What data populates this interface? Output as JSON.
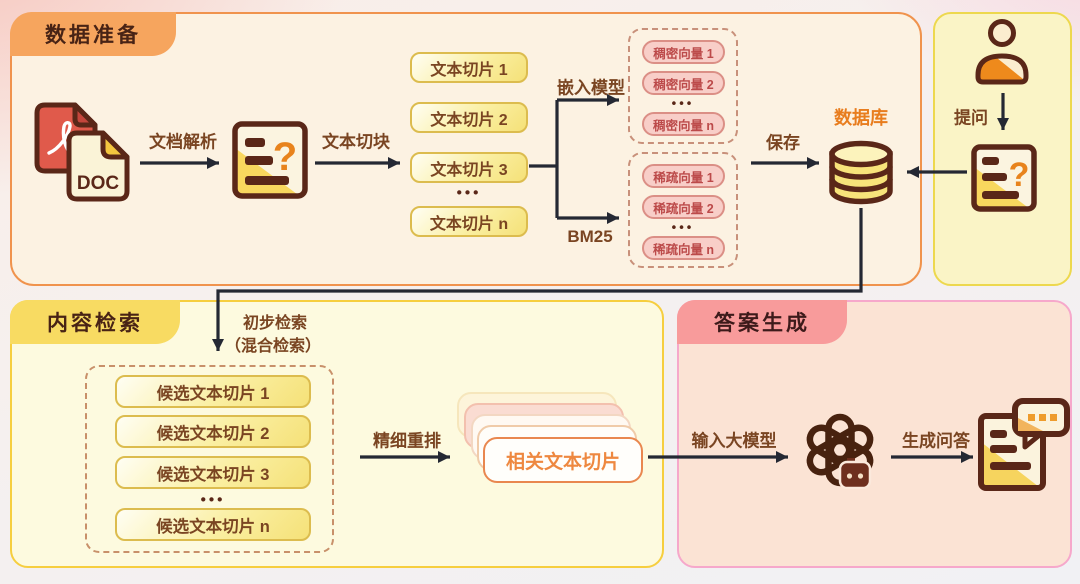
{
  "colors": {
    "panel_data_prep_bg": "#FCF2E2",
    "panel_data_prep_border": "#F0934D",
    "tab_data_prep_bg": "#F6A55E",
    "panel_user_bg": "#FAF4C6",
    "panel_user_border": "#EDD84E",
    "panel_retrieval_bg": "#FDFADF",
    "panel_retrieval_border": "#F6CE3F",
    "tab_retrieval_bg": "#F8DB62",
    "panel_answer_bg": "#FBE3D4",
    "panel_answer_border": "#F6A8CB",
    "tab_answer_bg": "#F89B9B",
    "arrow": "#242833",
    "icon_stroke": "#5A2718",
    "label_brown": "#7A4522",
    "orange_accent": "#E87D1E",
    "vector_pill_bg": "#F8CEC8",
    "vector_pill_border": "#DB8F86",
    "vector_text": "#BC4A4A",
    "slice_border": "#DCBC4E",
    "card_border": "#E9874F",
    "card_text": "#EE8840",
    "pdf_red": "#E05A4B",
    "fold_yellow": "#F4C63F",
    "wedge_yellow": "#F8D75E",
    "db_yellow": "#F7E37A"
  },
  "data_prep": {
    "title": "数据准备",
    "doc_parse_label": "文档解析",
    "doc_label": "DOC",
    "chunk_label": "文本切块",
    "slices": [
      "文本切片 1",
      "文本切片 2",
      "文本切片 3",
      "•••",
      "文本切片 n"
    ],
    "embed_label": "嵌入模型",
    "bm25_label": "BM25",
    "dense_vectors": [
      "稠密向量 1",
      "稠密向量 2",
      "•••",
      "稠密向量 n"
    ],
    "sparse_vectors": [
      "稀疏向量 1",
      "稀疏向量 2",
      "•••",
      "稀疏向量 n"
    ],
    "save_label": "保存",
    "db_label": "数据库",
    "question_mark": "?"
  },
  "user_panel": {
    "ask_label": "提问"
  },
  "retrieval": {
    "title": "内容检索",
    "initial_line1": "初步检索",
    "initial_line2": "（混合检索）",
    "candidates": [
      "候选文本切片 1",
      "候选文本切片 2",
      "候选文本切片 3",
      "•••",
      "候选文本切片 n"
    ],
    "rerank_label": "精细重排",
    "relevant_label": "相关文本切片"
  },
  "answer": {
    "title": "答案生成",
    "input_label": "输入大模型",
    "generate_label": "生成问答"
  }
}
